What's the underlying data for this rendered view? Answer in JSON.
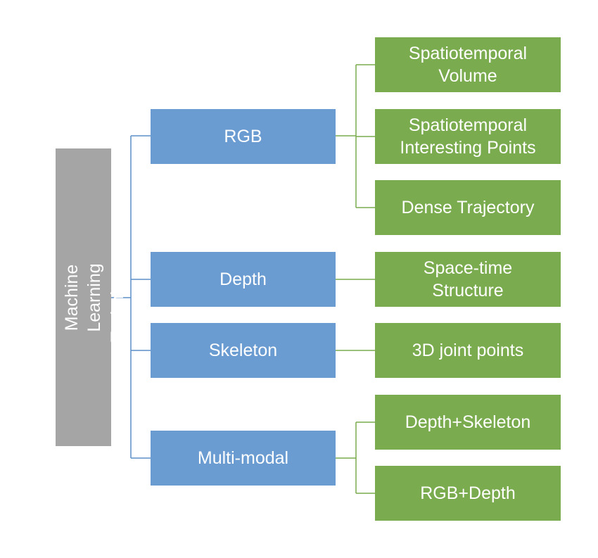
{
  "root": {
    "label": "Classical Machine Learning\nTechniques"
  },
  "categories": [
    {
      "label": "RGB"
    },
    {
      "label": "Depth"
    },
    {
      "label": "Skeleton"
    },
    {
      "label": "Multi-modal"
    }
  ],
  "leaves": [
    {
      "label": "Spatiotemporal\nVolume"
    },
    {
      "label": "Spatiotemporal\nInteresting Points"
    },
    {
      "label": "Dense Trajectory"
    },
    {
      "label": "Space-time\nStructure"
    },
    {
      "label": "3D joint points"
    },
    {
      "label": "Depth+Skeleton"
    },
    {
      "label": "RGB+Depth"
    }
  ],
  "colors": {
    "root": "#a5a5a5",
    "category": "#6a9bd1",
    "category_connector": "#5b8fc9",
    "leaf": "#7aab4e",
    "leaf_connector": "#7aab4e"
  }
}
